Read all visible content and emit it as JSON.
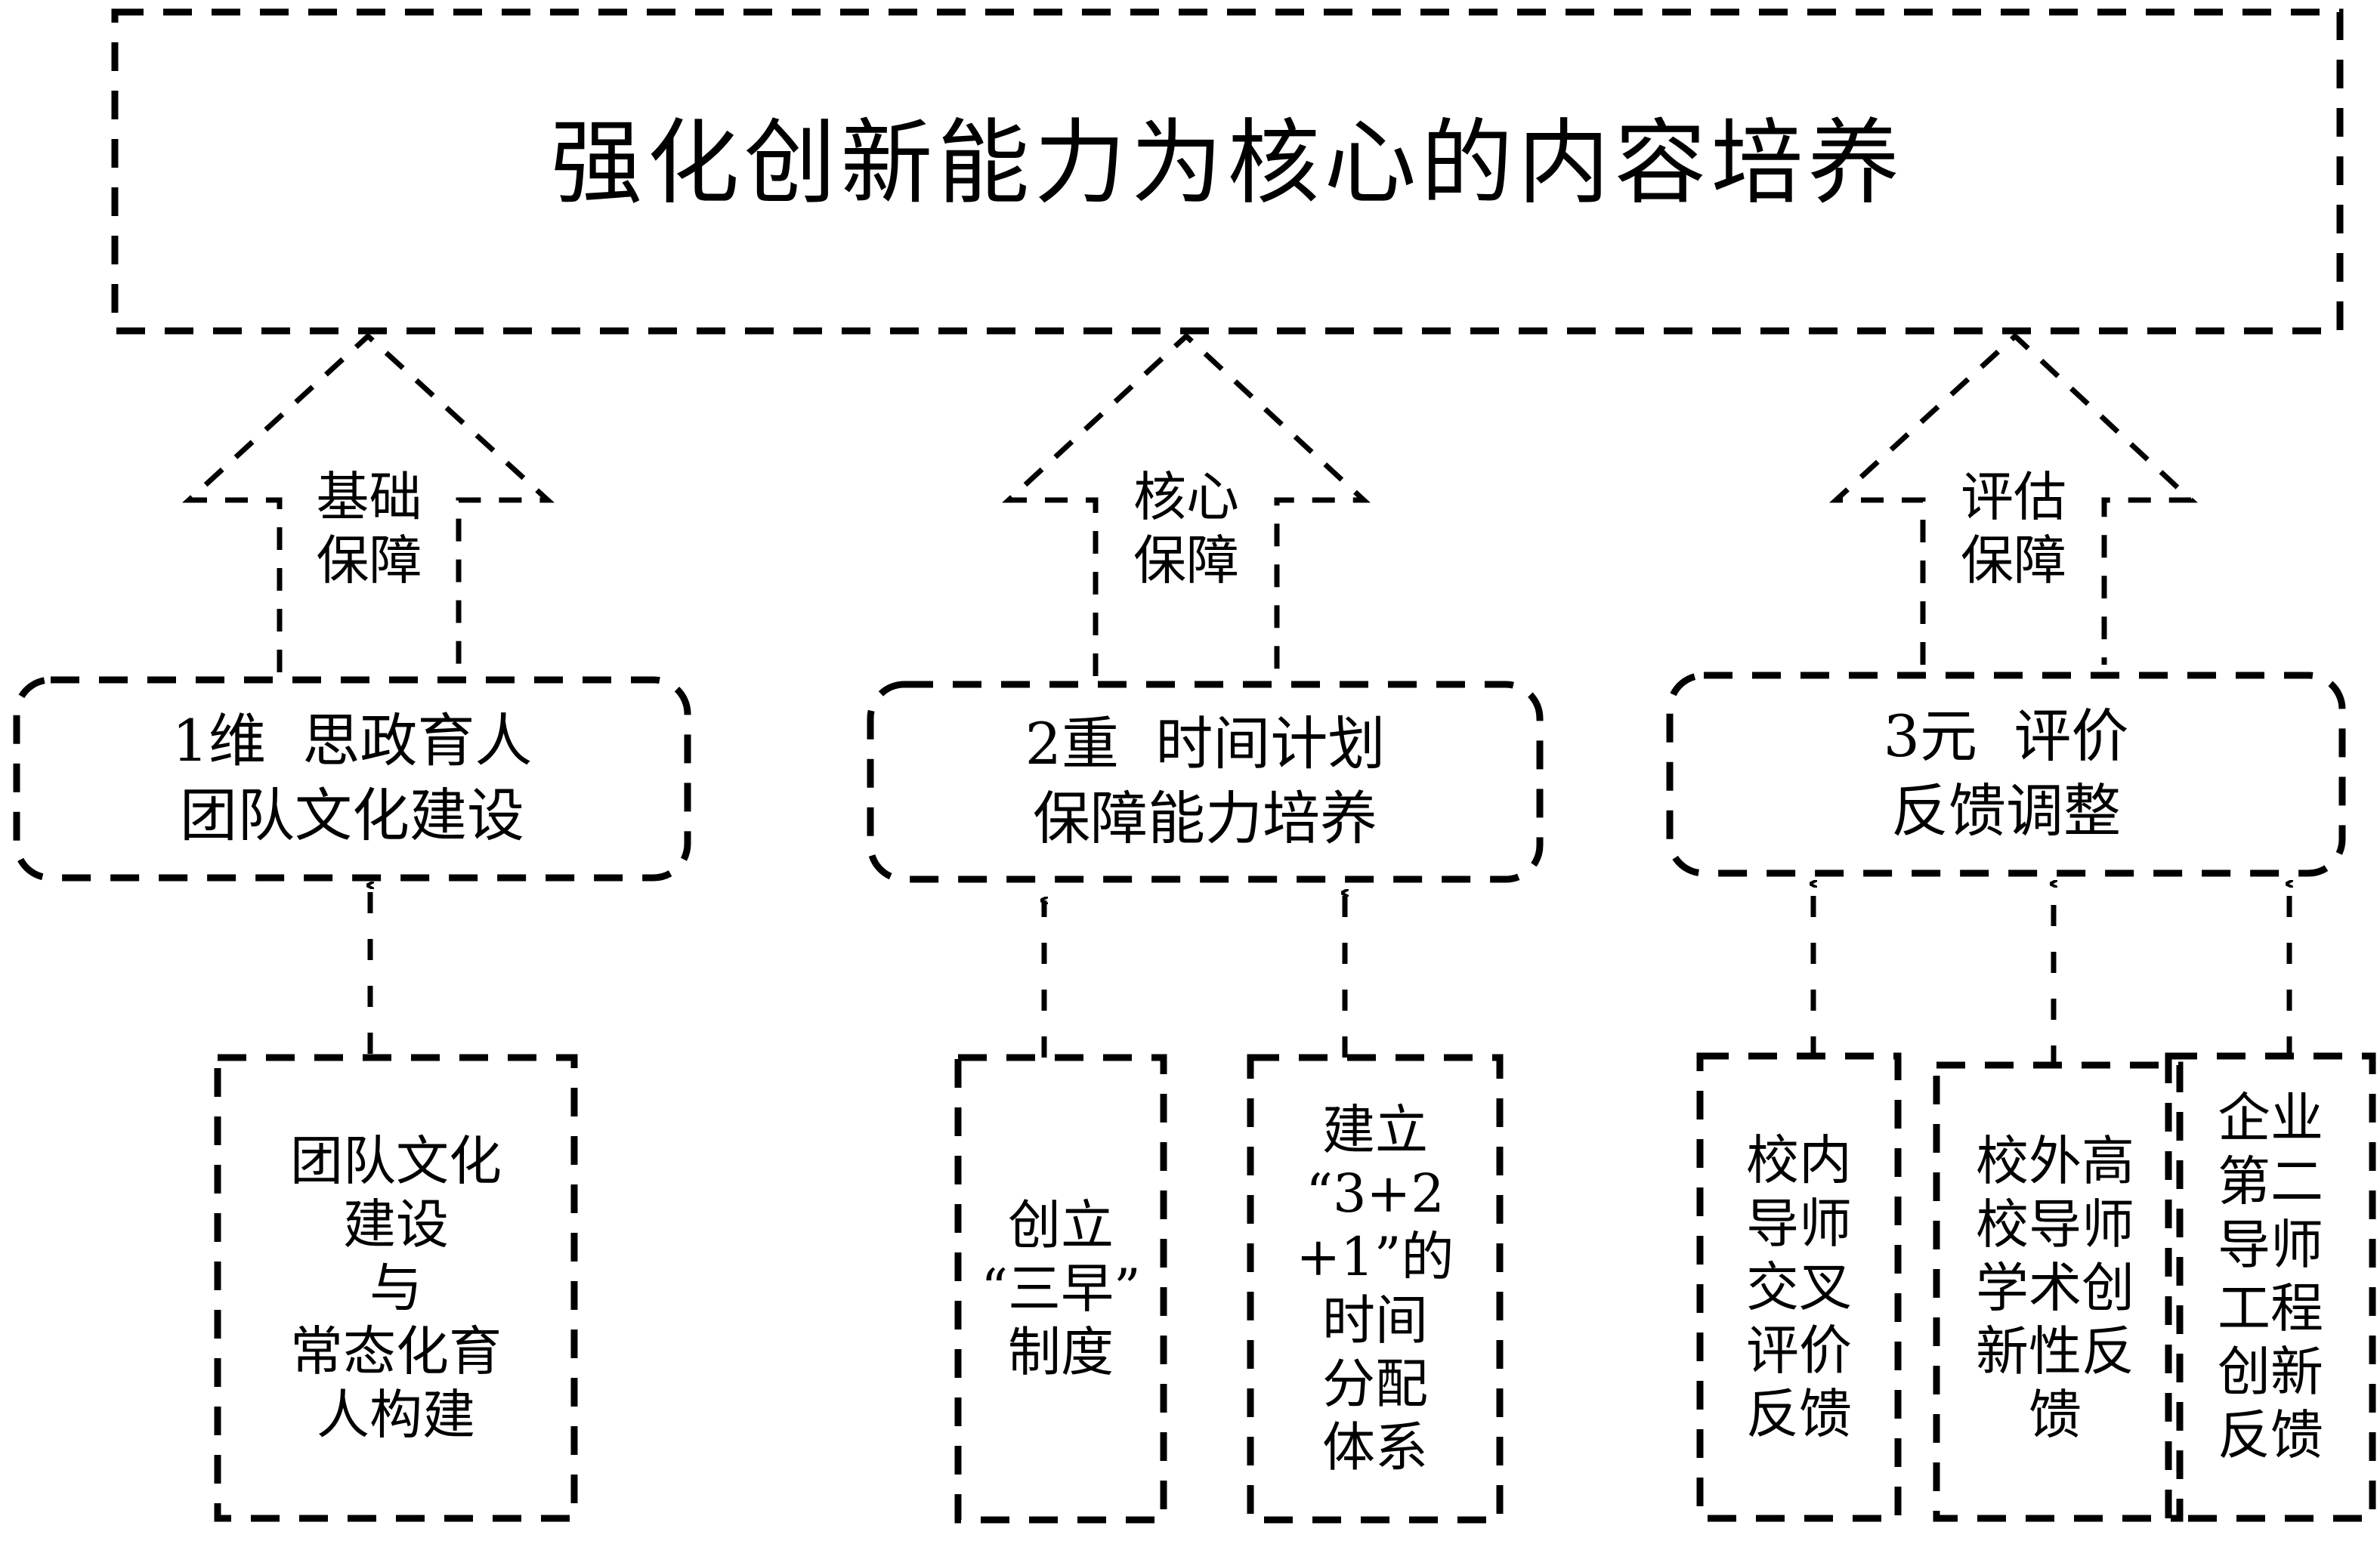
{
  "title": "强化创新能力为核心的内容培养",
  "pillars": [
    {
      "arrow_label": [
        "基础",
        "保障"
      ],
      "box_lines": [
        "1维  思政育人",
        "团队文化建设"
      ],
      "sources": [
        {
          "lines": [
            "团队文化",
            "建设",
            "与",
            "常态化育",
            "人构建"
          ]
        }
      ]
    },
    {
      "arrow_label": [
        "核心",
        "保障"
      ],
      "box_lines": [
        "2重  时间计划",
        "保障能力培养"
      ],
      "sources": [
        {
          "lines": [
            "创立",
            "“三早”",
            "制度"
          ]
        },
        {
          "lines": [
            "建立",
            "“3+2",
            "+1”的",
            "时间",
            "分配",
            "体系"
          ]
        }
      ]
    },
    {
      "arrow_label": [
        "评估",
        "保障"
      ],
      "box_lines": [
        "3元  评价",
        "反馈调整"
      ],
      "sources": [
        {
          "lines": [
            "校内",
            "导师",
            "交叉",
            "评价",
            "反馈"
          ]
        },
        {
          "lines": [
            "校外高",
            "校导师",
            "学术创",
            "新性反",
            "馈"
          ]
        },
        {
          "lines": [
            "企业",
            "第二",
            "导师",
            "工程",
            "创新",
            "反馈"
          ]
        }
      ]
    }
  ]
}
